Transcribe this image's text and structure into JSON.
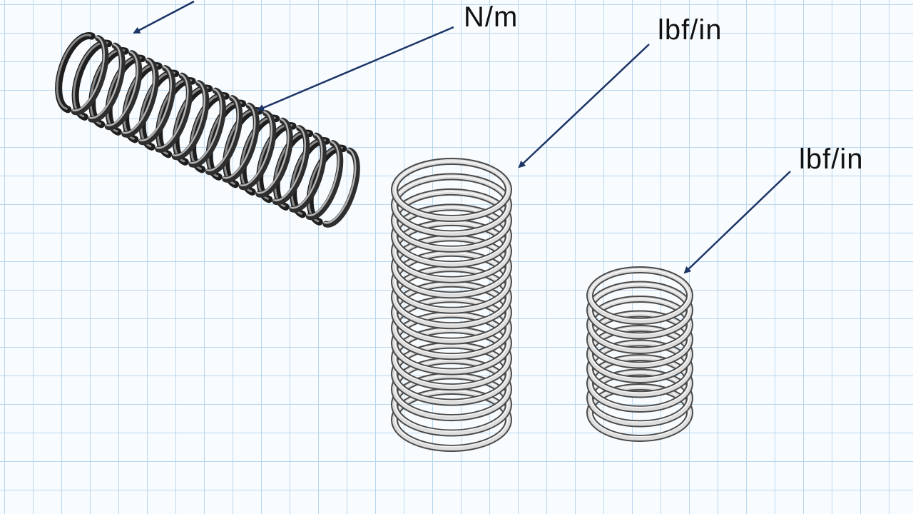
{
  "labels": {
    "spring_1": "N/m",
    "spring_2": "lbf/in",
    "spring_3": "lbf/in"
  },
  "colors": {
    "background": "#f9fcff",
    "grid": "#b9d6ec",
    "arrow": "#1c3566",
    "dark_coil": "#2a2a2a",
    "light_coil": "#d8d8d8",
    "label_text": "#111111"
  }
}
